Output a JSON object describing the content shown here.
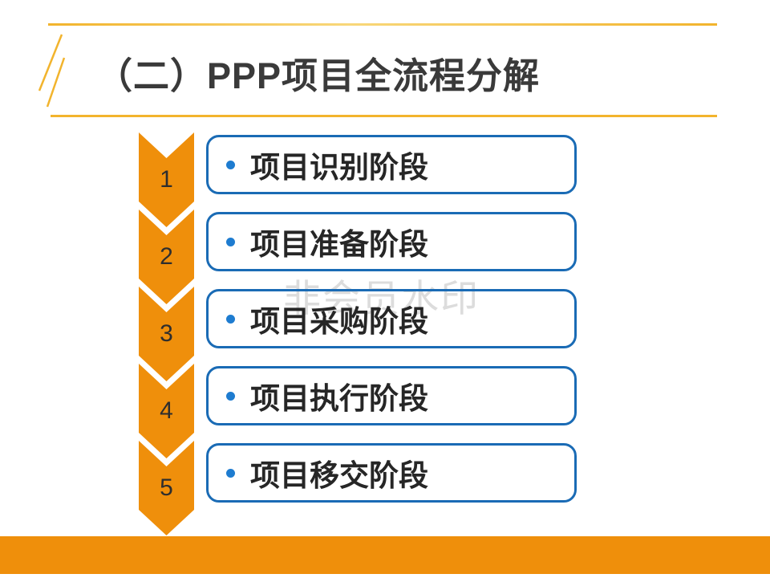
{
  "slide": {
    "title": "（二）PPP项目全流程分解",
    "watermark": "非会员水印",
    "steps": [
      {
        "number": "1",
        "label": "项目识别阶段"
      },
      {
        "number": "2",
        "label": "项目准备阶段"
      },
      {
        "number": "3",
        "label": "项目采购阶段"
      },
      {
        "number": "4",
        "label": "项目执行阶段"
      },
      {
        "number": "5",
        "label": "项目移交阶段"
      }
    ],
    "colors": {
      "orange": "#EF8F0B",
      "gold": "#F2B42D",
      "box_border_blue": "#1A6BB5",
      "bullet_blue": "#1E7CD0",
      "title_text": "#3A3A3A",
      "step_text": "#262626",
      "watermark_gray": "#DCDCDC"
    }
  }
}
